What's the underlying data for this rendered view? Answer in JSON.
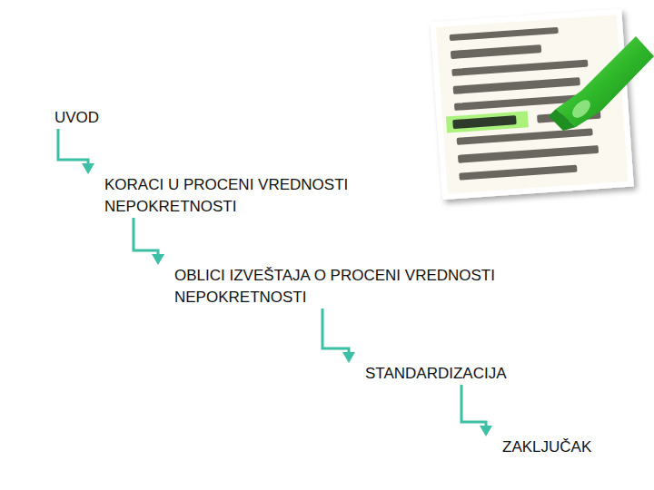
{
  "diagram": {
    "nodes": [
      {
        "text": [
          "UVOD"
        ]
      },
      {
        "text": [
          "KORACI U PROCENI VREDNOSTI NEPOKRETNOSTI"
        ]
      },
      {
        "text": [
          "OBLICI IZVEŠTAJA O PROCENI VREDNOSTI NEPOKRETNOSTI"
        ]
      },
      {
        "text": [
          "STANDARDIZACIJA"
        ]
      },
      {
        "text": [
          "ZAKLJUČAK"
        ]
      }
    ],
    "edges": [
      {
        "from": 0,
        "to": 1,
        "arrow": "to"
      },
      {
        "from": 1,
        "to": 2,
        "arrow": "to"
      },
      {
        "from": 2,
        "to": 3,
        "arrow": "to"
      },
      {
        "from": 3,
        "to": 4,
        "arrow": "to"
      }
    ]
  }
}
